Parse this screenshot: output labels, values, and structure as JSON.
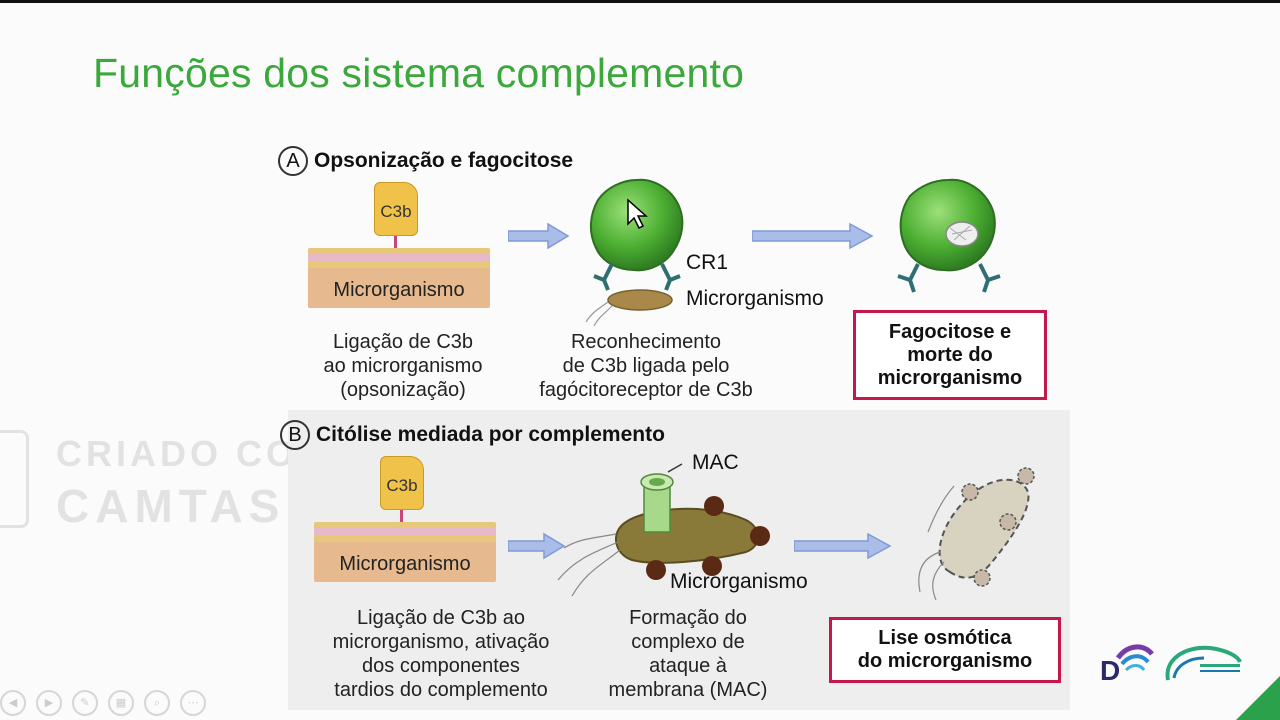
{
  "slide": {
    "title": "Funções dos sistema complemento"
  },
  "panel_a": {
    "letter": "A",
    "heading": "Opsonização e fagocitose",
    "c3b_label": "C3b",
    "micro_label": "Microrganismo",
    "cr1_label": "CR1",
    "micro_label_2": "Microrganismo",
    "caption_1": [
      "Ligação de C3b",
      "ao microrganismo",
      "(opsonização)"
    ],
    "caption_2": [
      "Reconhecimento",
      "de C3b ligada pelo",
      "fagócitoreceptor de C3b"
    ],
    "result": [
      "Fagocitose e",
      "morte do",
      "microrganismo"
    ]
  },
  "panel_b": {
    "letter": "B",
    "heading": "Citólise mediada por complemento",
    "c3b_label": "C3b",
    "micro_label": "Microrganismo",
    "mac_label": "MAC",
    "micro_label_2": "Microrganismo",
    "caption_1": [
      "Ligação de C3b ao",
      "microrganismo, ativação",
      "dos componentes",
      "tardios do complemento"
    ],
    "caption_2": [
      "Formação do",
      "complexo de",
      "ataque à",
      "membrana (MAC)"
    ],
    "result": [
      "Lise osmótica",
      "do microrganismo"
    ]
  },
  "watermark": {
    "line1": "CRIADO COM O",
    "line2": "CAMTASIA"
  },
  "colors": {
    "title_green": "#3aa83a",
    "result_border": "#c4174a",
    "arrow_blue": "#8fa8df",
    "cell_green": "#4caf32",
    "c3b_yellow": "#f1c24a"
  }
}
